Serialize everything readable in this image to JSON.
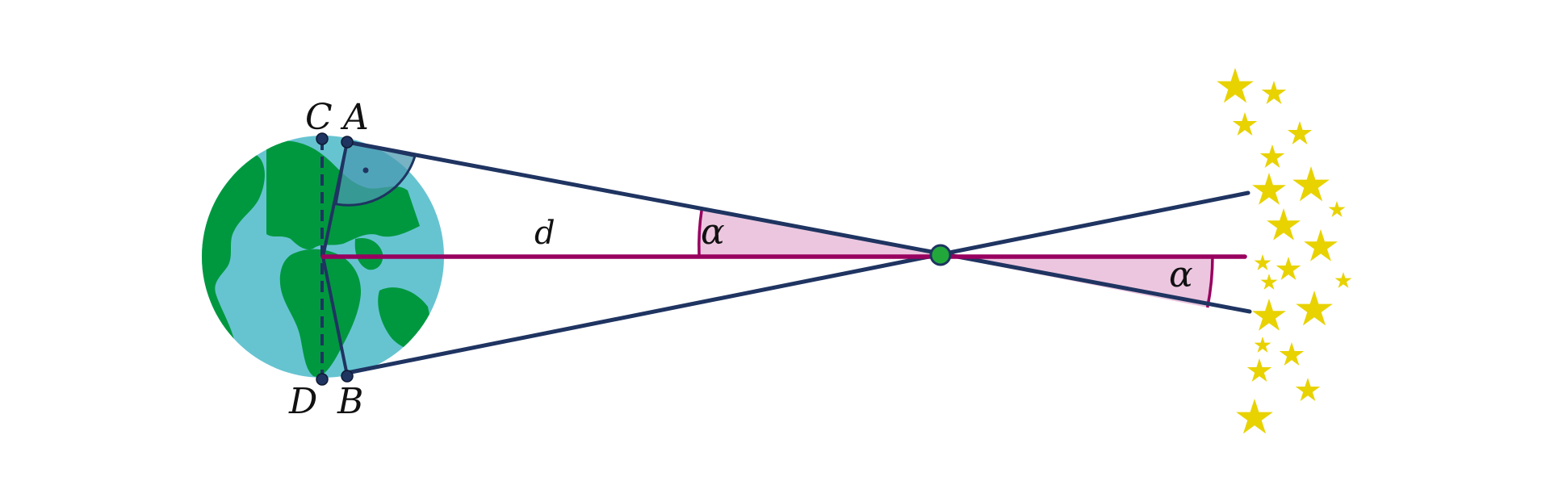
{
  "labels": {
    "C": "C",
    "A": "A",
    "D": "D",
    "B": "B",
    "d": "d",
    "alpha_left": "α",
    "alpha_right": "α"
  },
  "colors": {
    "background": "#ffffff",
    "ocean": "#66c4d1",
    "land": "#00983f",
    "line_dark": "#1f3461",
    "baseline": "#98005f",
    "angle_fill": "#ecc6df",
    "right_angle_fill": "#4a9ab0",
    "center_point": "#22a83a",
    "star": "#e8d200",
    "point_fill": "#1f3461"
  },
  "icons": [
    "earth-icon",
    "star-icon"
  ]
}
